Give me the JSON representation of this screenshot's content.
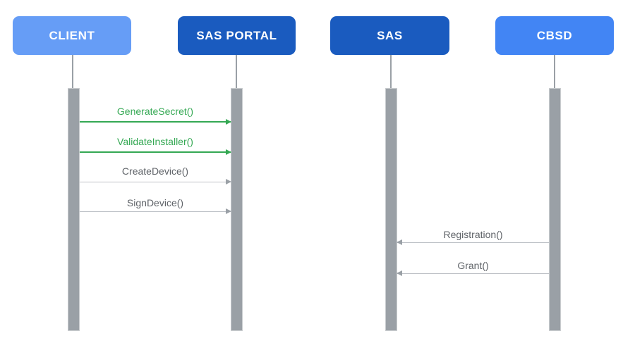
{
  "diagram": {
    "type": "sequence-diagram",
    "actors": [
      {
        "id": "client",
        "label": "CLIENT",
        "color": "#669DF6"
      },
      {
        "id": "sas-portal",
        "label": "SAS PORTAL",
        "color": "#1A5BBF"
      },
      {
        "id": "sas",
        "label": "SAS",
        "color": "#1A5BBF"
      },
      {
        "id": "cbsd",
        "label": "CBSD",
        "color": "#4285F4"
      }
    ],
    "messages": [
      {
        "label": "GenerateSecret()",
        "from": "CLIENT",
        "to": "SAS PORTAL",
        "direction": "right",
        "color": "#34A853"
      },
      {
        "label": "ValidateInstaller()",
        "from": "CLIENT",
        "to": "SAS PORTAL",
        "direction": "right",
        "color": "#34A853"
      },
      {
        "label": "CreateDevice()",
        "from": "CLIENT",
        "to": "SAS PORTAL",
        "direction": "right",
        "color": "#5F6368"
      },
      {
        "label": "SignDevice()",
        "from": "CLIENT",
        "to": "SAS PORTAL",
        "direction": "right",
        "color": "#5F6368"
      },
      {
        "label": "Registration()",
        "from": "CBSD",
        "to": "SAS",
        "direction": "left",
        "color": "#5F6368"
      },
      {
        "label": "Grant()",
        "from": "CBSD",
        "to": "SAS",
        "direction": "left",
        "color": "#5F6368"
      }
    ],
    "colors": {
      "background": "#FFFFFF",
      "actor_text": "#FFFFFF",
      "lifeline": "#9AA0A6",
      "activation_bar_fill": "#9AA0A6",
      "activation_bar_border": "#C9CCCF",
      "green_message": "#34A853",
      "gray_message_text": "#5F6368",
      "gray_message_line": "#BDC1C6",
      "gray_arrowhead": "#9AA0A6"
    }
  }
}
